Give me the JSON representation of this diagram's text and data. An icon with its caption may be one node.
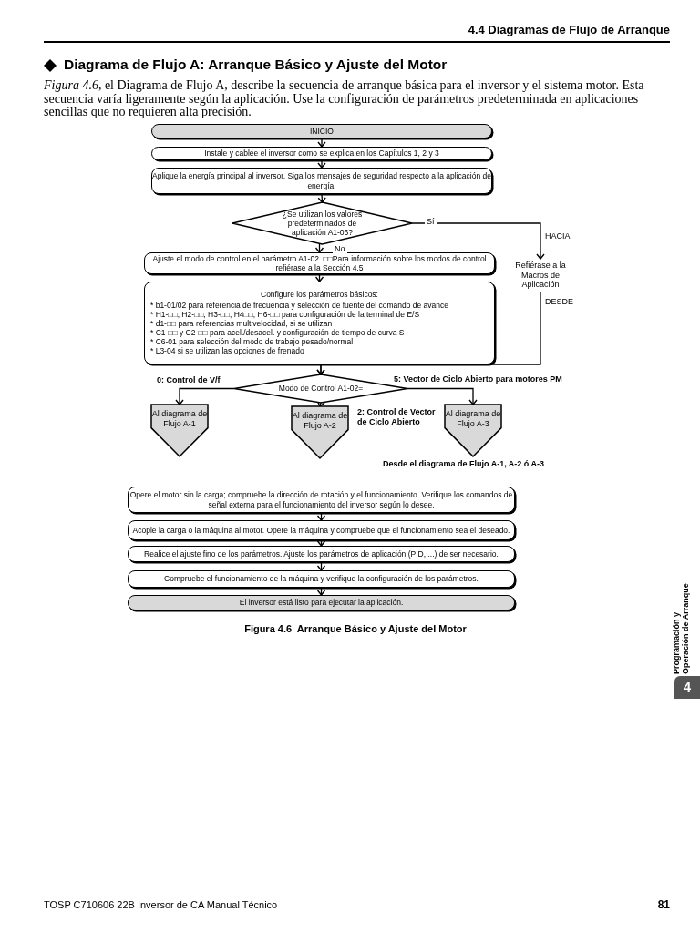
{
  "diagram": {
    "title": "Diagrama de Flujo A: Arranque Básico y Ajuste del Motor",
    "caption": "Figura 4.6  Arranque Básico y Ajuste del Motor",
    "nodes": [
      {
        "text": [
          "INICIO"
        ]
      },
      {
        "text": [
          "Instale y cablee el inversor como se explica en los Capítulos 1, 2 y 3"
        ]
      },
      {
        "text": [
          "Aplique la energía principal al inversor. Siga los mensajes de seguridad respecto a la aplicación de energía."
        ]
      },
      {
        "text": [
          "¿Se utilizan los valores predeterminados de aplicación  A1-06?"
        ]
      },
      {
        "text": [
          "Ajuste el modo de control en el parámetro A1-02. □□Para información sobre los modos de control refiérase a la Sección 4.5"
        ]
      },
      {
        "text": [
          "Configure los parámetros básicos:",
          "* b1-01/02 para referencia de frecuencia y selección de fuente del comando de avance",
          "* H1-□□, H2-□□, H3-□□, H4□□, H6-□□ para configuración de la terminal de E/S",
          "* d1-□□ para referencias multivelocidad, si se utilizan",
          "* C1-□□ y C2-□□ para acel./desacel. y configuración de tiempo de curva S",
          "* C6-01 para selección del modo de trabajo pesado/normal",
          "* L3-04 si se utilizan las opciones de frenado"
        ]
      },
      {
        "text": [
          "Refiérase a la Macros de Aplicación"
        ],
        "beside": [
          "HACIA",
          "DESDE"
        ]
      },
      {
        "text": [
          "Modo de Control A1-02="
        ]
      },
      {
        "text": [
          "Al diagrama de Flujo A-1"
        ]
      },
      {
        "text": [
          "Al diagrama de Flujo A-2"
        ]
      },
      {
        "text": [
          "Al diagrama de Flujo A-3"
        ]
      },
      {
        "text": [
          "Opere el motor sin la carga; compruebe la dirección de rotación y el funcionamiento. Verifique los comandos de señal externa para el funcionamiento del inversor según lo desee."
        ]
      },
      {
        "text": [
          "Acople la carga o la máquina al motor. Opere la máquina y compruebe que el funcionamiento sea el deseado."
        ]
      },
      {
        "text": [
          "Realice el ajuste fino de los parámetros. Ajuste los parámetros de aplicación (PID, ...) de ser necesario."
        ]
      },
      {
        "text": [
          "Compruebe el funcionamiento de la máquina y verifique la configuración de los parámetros."
        ]
      },
      {
        "text": [
          "El inversor está listo para ejecutar la aplicación."
        ]
      }
    ],
    "edges": [
      {
        "from": 0,
        "to": 1,
        "arrow": "to"
      },
      {
        "from": 1,
        "to": 2,
        "arrow": "to"
      },
      {
        "from": 2,
        "to": 3,
        "arrow": "to"
      },
      {
        "from": 3,
        "to": 4,
        "arrow": "to",
        "label": "No"
      },
      {
        "from": 3,
        "to": 6,
        "arrow": "to",
        "label": "Sí"
      },
      {
        "from": 4,
        "to": 5,
        "arrow": "to"
      },
      {
        "from": 5,
        "to": 7,
        "arrow": "to"
      },
      {
        "from": 6,
        "to": 7,
        "arrow": "to"
      },
      {
        "from": 7,
        "to": 8,
        "arrow": "to",
        "label": "0: Control de V/f"
      },
      {
        "from": 7,
        "to": 9,
        "arrow": "to",
        "label": "2: Control de Vector de Ciclo Abierto"
      },
      {
        "from": 7,
        "to": 10,
        "arrow": "to",
        "label": "5: Vector de Ciclo Abierto para motores PM"
      },
      {
        "from": 11,
        "to": 12,
        "arrow": "to"
      },
      {
        "from": 12,
        "to": 13,
        "arrow": "to"
      },
      {
        "from": 13,
        "to": 14,
        "arrow": "to"
      },
      {
        "from": 14,
        "to": 15,
        "arrow": "to"
      }
    ],
    "labels": [
      "4.4 Diagramas de Flujo de Arranque",
      "*Figura 4.6*, el Diagrama de Flujo A, describe la secuencia de arranque básica para el inversor y el sistema motor. Esta secuencia varía ligeramente según la aplicación. Use la configuración de parámetros predeterminada en aplicaciones sencillas que no requieren alta precisión.",
      "Desde el diagrama de Flujo A-1, A-2 ó A-3",
      "Programación y Operación de Arranque",
      "4",
      "TOSP C710606 22B Inversor de CA Manual Técnico",
      "81"
    ]
  }
}
